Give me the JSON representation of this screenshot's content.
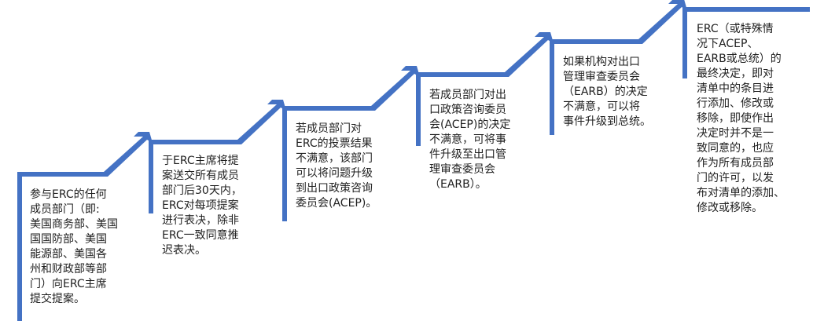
{
  "colors": {
    "arrow": "#4472C4",
    "text": "#1f1f1f",
    "background": "#ffffff"
  },
  "steps": [
    {
      "text": "参与ERC的任何\n成员部门（即:\n美国商务部、美国\n国国防部、美国\n能源部、美国各\n州和财政部等部\n门）向ERC主席\n提交提案。"
    },
    {
      "text": "于ERC主席将提\n案送交所有成员\n部门后30天内，\nERC对每项提案\n进行表决，除非\nERC一致同意推\n迟表决。"
    },
    {
      "text": "若成员部门对\nERC的投票结果\n不满意，该部门\n可以将问题升级\n到出口政策咨询\n委员会(ACEP)。"
    },
    {
      "text": "若成员部门对出\n口政策咨询委员\n会(ACEP)的决定\n不满意，可将事\n件升级至出口管\n理审查委员会\n（EARB）。"
    },
    {
      "text": "如果机构对出口\n管理审查委员会\n（EARB）的决定\n不满意，可以将\n事件升级到总统。"
    },
    {
      "text": "ERC（或特殊情\n况下ACEP、\nEARB或总统）的\n最终决定，即对\n清单中的条目进\n行添加、修改或\n移除，即使作出\n决定时并不是一\n致同意的，也应\n作为所有成员部\n门的许可，以发\n布对清单的添加、\n修改或移除。"
    }
  ]
}
